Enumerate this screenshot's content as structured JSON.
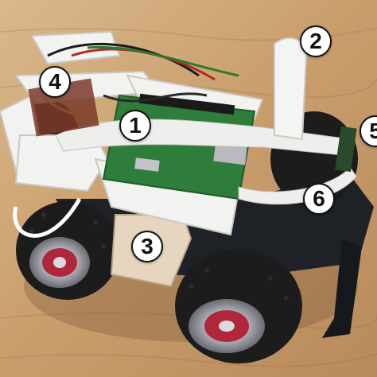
{
  "callouts": [
    {
      "id": "1",
      "label": "1"
    },
    {
      "id": "2",
      "label": "2"
    },
    {
      "id": "3",
      "label": "3"
    },
    {
      "id": "4",
      "label": "4"
    },
    {
      "id": "5",
      "label": "5"
    },
    {
      "id": "6",
      "label": "6"
    }
  ],
  "colors": {
    "table": "#c9a57a",
    "frame": "#f2f2f0",
    "board": "#2e7d3a",
    "tire": "#1c1c1c",
    "rim": "#b8b8c0",
    "rim_accent": "#b0263a",
    "battery": "#e6d6bf"
  }
}
